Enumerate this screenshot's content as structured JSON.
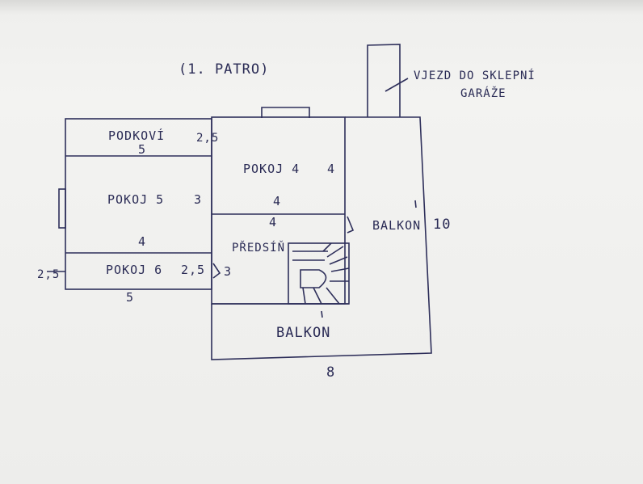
{
  "title": "(1. PATRO)",
  "annotation": {
    "line1": "VJEZD DO SKLEPNÍ",
    "line2": "GARÁŽE"
  },
  "rooms": {
    "podkovi": {
      "name": "PODKOVÍ",
      "width": "5",
      "depth": "2,5"
    },
    "pokoj5": {
      "name": "POKOJ 5",
      "depth": "3"
    },
    "pokoj4": {
      "name": "POKOJ 4",
      "depth": "4",
      "width": "4"
    },
    "pokoj6": {
      "name": "POKOJ 6",
      "depth": "2,5",
      "width": "5",
      "side": "2,5"
    },
    "predsin": {
      "name": "PŘEDSÍŇ",
      "width": "4",
      "depth": "3"
    },
    "balkon_right": {
      "name": "BALKON",
      "length": "10"
    },
    "balkon_bottom": {
      "name": "BALKON",
      "length": "8"
    }
  },
  "dimensions": {
    "pokoj5_width": "4"
  },
  "colors": {
    "ink": "#2a2b55",
    "paper": "#f1f1ef"
  }
}
